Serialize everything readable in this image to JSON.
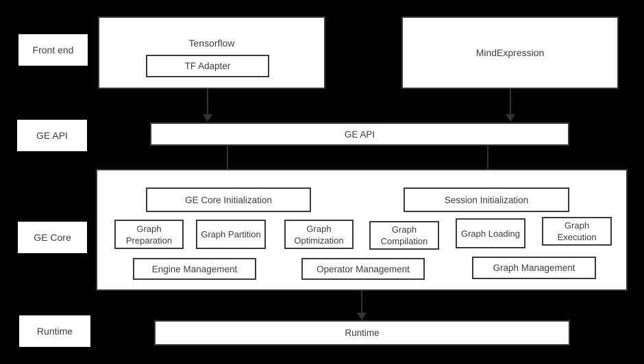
{
  "palette": {
    "background": "#000000",
    "box_background": "#ffffff",
    "border": "#3a3a3a",
    "text": "#3d3d3d",
    "arrow": "#333333"
  },
  "side_labels": {
    "front_end": "Front end",
    "ge_api": "GE API",
    "ge_core": "GE Core",
    "runtime": "Runtime"
  },
  "front_end_row": {
    "tensorflow_title": "Tensorflow",
    "tf_adapter": "TF Adapter",
    "mind_expression": "MindExpression"
  },
  "ge_api_row": {
    "bar_label": "GE API"
  },
  "ge_core_box": {
    "ge_core_initialization": "GE Core Initialization",
    "session_initialization": "Session Initialization",
    "stages": [
      "Graph Preparation",
      "Graph Partition",
      "Graph Optimization",
      "Graph Compilation",
      "Graph Loading",
      "Graph Execution"
    ],
    "management": [
      "Engine Management",
      "Operator Management",
      "Graph Management"
    ]
  },
  "runtime_row": {
    "bar_label": "Runtime"
  },
  "connectors": [
    "tf-adapter-to-ge-api",
    "mindexpression-to-ge-api",
    "ge-api-to-ge-core-initialization",
    "ge-api-to-session-initialization",
    "ge-core-to-runtime"
  ]
}
